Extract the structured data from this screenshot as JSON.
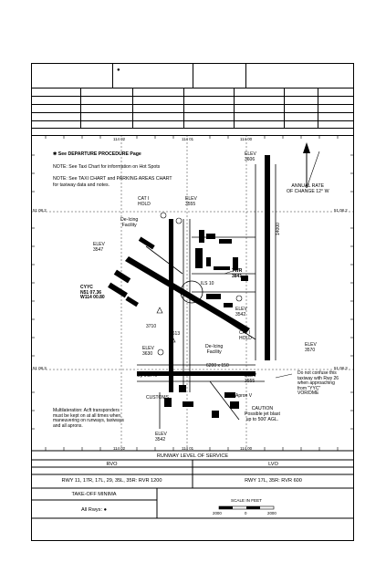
{
  "header": {
    "bullet_symbol": "●"
  },
  "notes": {
    "departure": "See DEPARTURE PROCEDURE Page",
    "taxi_hot_spots": "NOTE: See Taxi Chart for information on Hot Spots",
    "taxi_chart_line1": "NOTE: See TAXI CHART and PARKING AREAS CHART",
    "taxi_chart_line2": "for taxiway data and notes."
  },
  "grid": {
    "top_ticks": [
      "114 02",
      "114 01",
      "114 00"
    ],
    "bottom_ticks": [
      "114 02",
      "114 01",
      "114 00"
    ],
    "left_ticks": [
      "51 08.2",
      "51 08.3"
    ],
    "right_ticks": [
      "51 08.2",
      "51 08.3"
    ]
  },
  "annotations": {
    "elev_3606": "ELEV\n3606",
    "elev_3555_top": "ELEV\n3555",
    "cat_i_hold_top": "CAT I\nHOLD",
    "deicing_facility_top": "De-Icing\nFacility",
    "elev_3547": "ELEV\n3547",
    "cyyc": "CYYC\nN51 07.36\nW114 00.80",
    "twr": "TWR\n3841",
    "ils": "ILS 10",
    "elev_3542_right": "ELEV\n3542",
    "cat_i_hold_right": "CAT I\nHOLD",
    "alt_3710": "3710",
    "alt_3613": "3613",
    "deicing_facility_mid": "De-Icing\nFacility",
    "elev_3630": "ELEV\n3630",
    "elev_3570": "ELEV\n3570",
    "up_grade": "Up 0.37%",
    "rwy_dims": "6200 x 150",
    "elev_3555_lower": "ELEV\n3555",
    "do_not_confuse": "Do not confuse this\ntaxiway with Rwy 26\nwhen approaching\nfrom \"YYC\"\nVOR/DME",
    "customs": "CUSTOMS",
    "apron_v": "Apron V",
    "caution": "CAUTION\nPossible jet blast\nup to 500' AGL.",
    "multilateration": "Multilateration: Acft transponders\nmust be kept on at all times when\nmaneuvering on runways, taxiways\nand all aprons.",
    "elev_3542_bottom": "ELEV\n3542",
    "annual_rate": "ANNUAL RATE\nOF CHANGE 12° W",
    "rwy_14000": "14000"
  },
  "rls": {
    "title": "RUNWAY LEVEL OF SERVICE",
    "rvo_header": "RVO",
    "lvo_header": "LVO",
    "rvo_value": "RWY 11, 17R, 17L, 29, 35L, 35R: RVR 1200",
    "lvo_value": "RWY 17L, 35R: RVR 600"
  },
  "takeoff": {
    "title": "TAKE-OFF MINIMA",
    "all_rwys": "All Rwys: ●"
  },
  "scale": {
    "title": "SCALE IN FEET",
    "labels": [
      "2000",
      "0",
      "2000"
    ]
  }
}
